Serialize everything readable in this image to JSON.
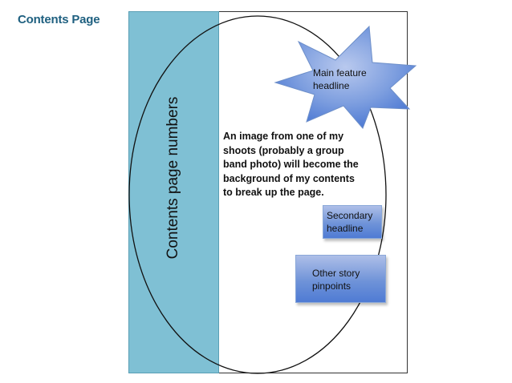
{
  "slide": {
    "title": "Contents Page"
  },
  "layout_sketch": {
    "column_label": "Contents page numbers",
    "main_feature": "Main feature headline",
    "background_note": "An image from one of my shoots (probably a group band photo) will become the background of my contents to break up the page.",
    "secondary_headline": "Secondary headline",
    "other_stories": "Other story pinpoints"
  },
  "colors": {
    "column_fill": "#7fc0d4",
    "shape_blue": "#6f93d8",
    "title_color": "#1f6080"
  }
}
